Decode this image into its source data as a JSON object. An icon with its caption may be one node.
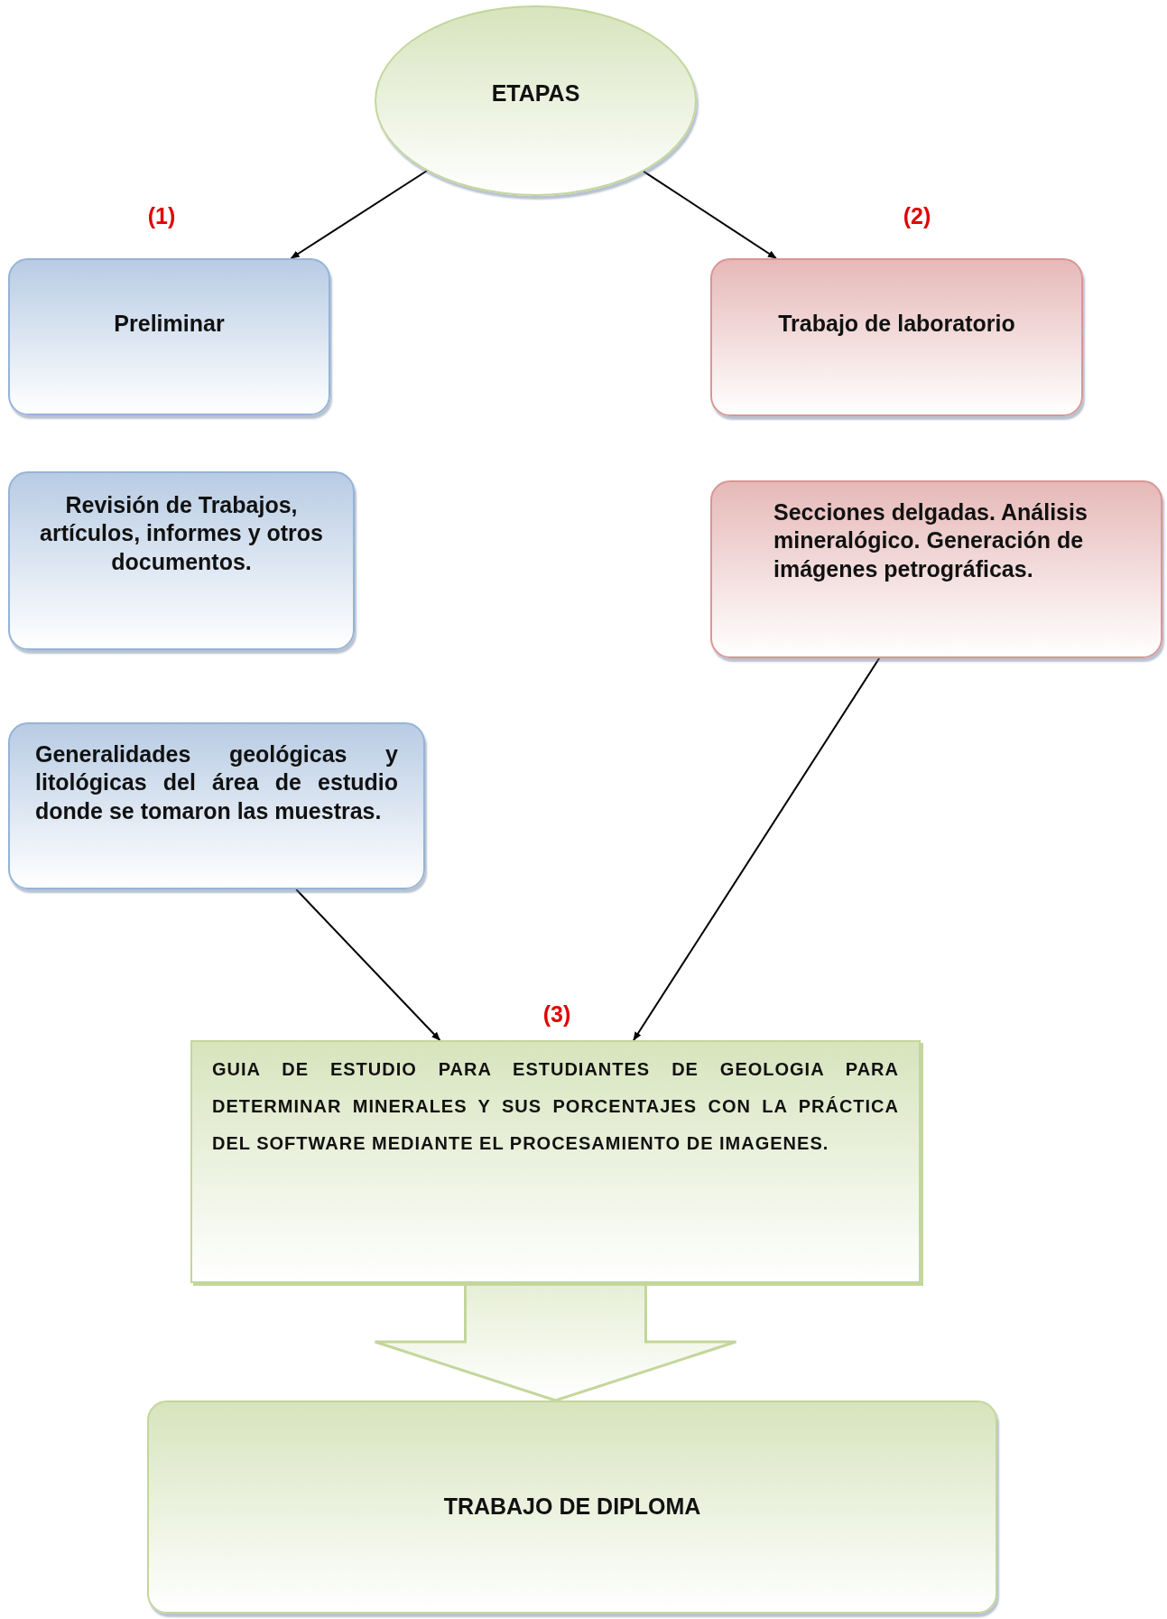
{
  "diagram": {
    "nodes": [
      {
        "text": [
          "ETAPAS"
        ]
      },
      {
        "text": [
          "Preliminar"
        ]
      },
      {
        "text": [
          "Trabajo de laboratorio"
        ]
      },
      {
        "text": [
          "Revisión de Trabajos, artículos, informes y otros documentos."
        ]
      },
      {
        "text": [
          "Secciones delgadas. Análisis mineralógico. Generación de imágenes petrográficas."
        ]
      },
      {
        "text": [
          "Generalidades geológicas y litológicas del área de estudio donde se tomaron las muestras."
        ]
      },
      {
        "text": [
          "GUIA DE ESTUDIO PARA ESTUDIANTES DE GEOLOGIA PARA DETERMINAR MINERALES Y SUS PORCENTAJES CON LA PRÁCTICA DEL SOFTWARE MEDIANTE EL PROCESAMIENTO DE IMAGENES."
        ]
      },
      {
        "text": [
          "TRABAJO DE DIPLOMA"
        ]
      }
    ],
    "edges": [
      {
        "from": 0,
        "to": 1,
        "arrow": "to"
      },
      {
        "from": 0,
        "to": 2,
        "arrow": "to"
      },
      {
        "from": 5,
        "to": 6,
        "arrow": "to"
      },
      {
        "from": 4,
        "to": 6,
        "arrow": "to"
      },
      {
        "from": 6,
        "to": 7,
        "arrow": "to",
        "style": "thick",
        "color": "#c3d69b"
      }
    ],
    "labels": [
      "(1)",
      "(2)",
      "(3)"
    ]
  }
}
